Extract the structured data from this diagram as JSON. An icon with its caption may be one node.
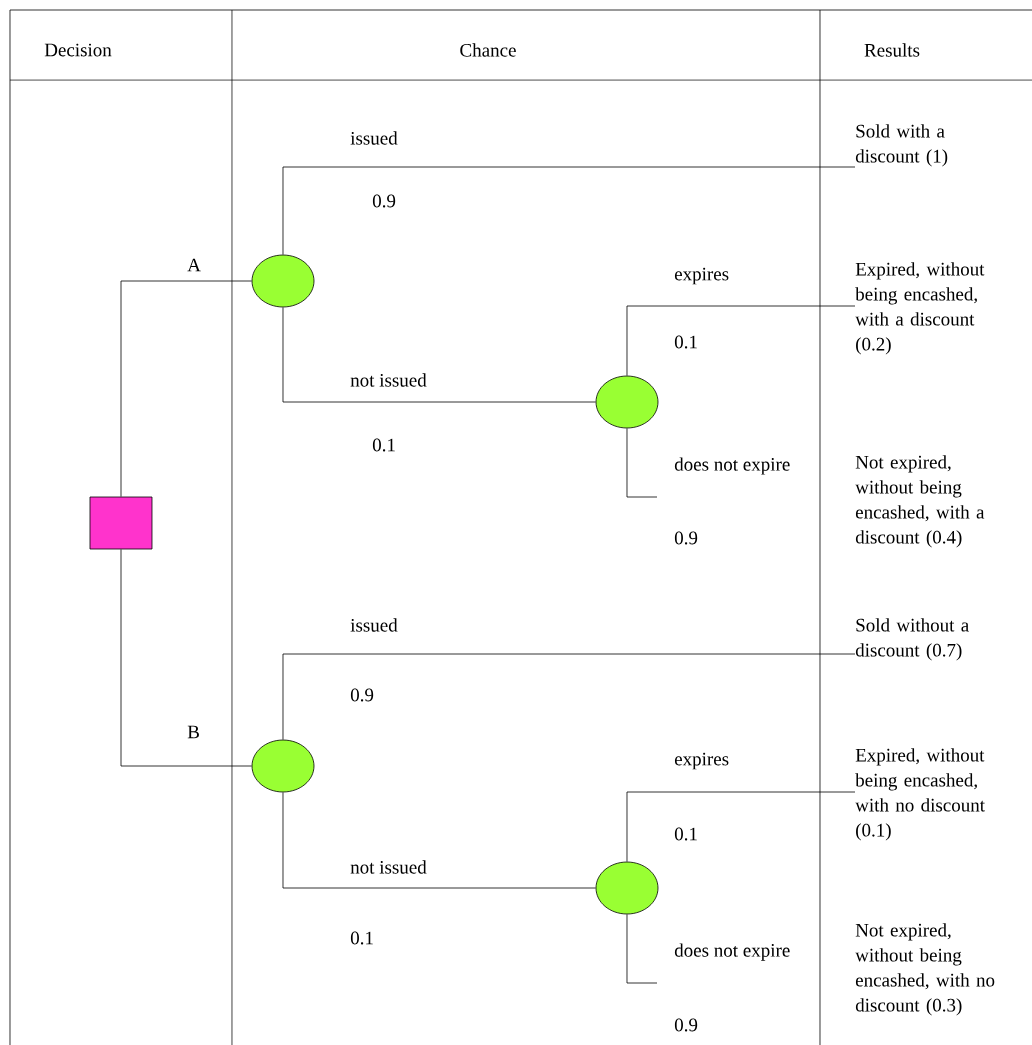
{
  "diagram": {
    "nodes": [
      {
        "text": [],
        "shape": "box"
      },
      {
        "text": [],
        "shape": "circle"
      },
      {
        "text": [],
        "shape": "circle"
      },
      {
        "text": [],
        "shape": "circle"
      },
      {
        "text": [],
        "shape": "circle"
      },
      {
        "text": [
          "Sold with a discount (1)"
        ]
      },
      {
        "text": [
          "Expired, without being encashed, with a discount (0.2)"
        ]
      },
      {
        "text": [
          "Not expired, without being encashed, with a discount (0.4)"
        ]
      },
      {
        "text": [
          "Sold without a discount (0.7)"
        ]
      },
      {
        "text": [
          "Expired, without being encashed, with no discount (0.1)"
        ]
      },
      {
        "text": [
          "Not expired, without being encashed, with no discount (0.3)"
        ]
      }
    ],
    "edges": [
      {
        "from": 0,
        "to": 1,
        "arrow": "none",
        "label": "A"
      },
      {
        "from": 0,
        "to": 3,
        "arrow": "none",
        "label": "B"
      },
      {
        "from": 1,
        "to": 5,
        "arrow": "none",
        "label": "issued"
      },
      {
        "from": 1,
        "to": 2,
        "arrow": "none",
        "label": "not issued"
      },
      {
        "from": 2,
        "to": 6,
        "arrow": "none",
        "label": "expires"
      },
      {
        "from": 2,
        "to": null,
        "arrow": "none",
        "label": "does not expire"
      },
      {
        "from": 3,
        "to": 8,
        "arrow": "none",
        "label": "issued"
      },
      {
        "from": 3,
        "to": 4,
        "arrow": "none",
        "label": "not issued"
      },
      {
        "from": 4,
        "to": 9,
        "arrow": "none",
        "label": "expires"
      },
      {
        "from": 4,
        "to": null,
        "arrow": "none",
        "label": "does not expire"
      }
    ],
    "labels": [
      "Decision",
      "Chance",
      "Results",
      "0.9",
      "0.1",
      "0.1",
      "0.9",
      "0.9",
      "0.1",
      "0.1",
      "0.9"
    ]
  }
}
